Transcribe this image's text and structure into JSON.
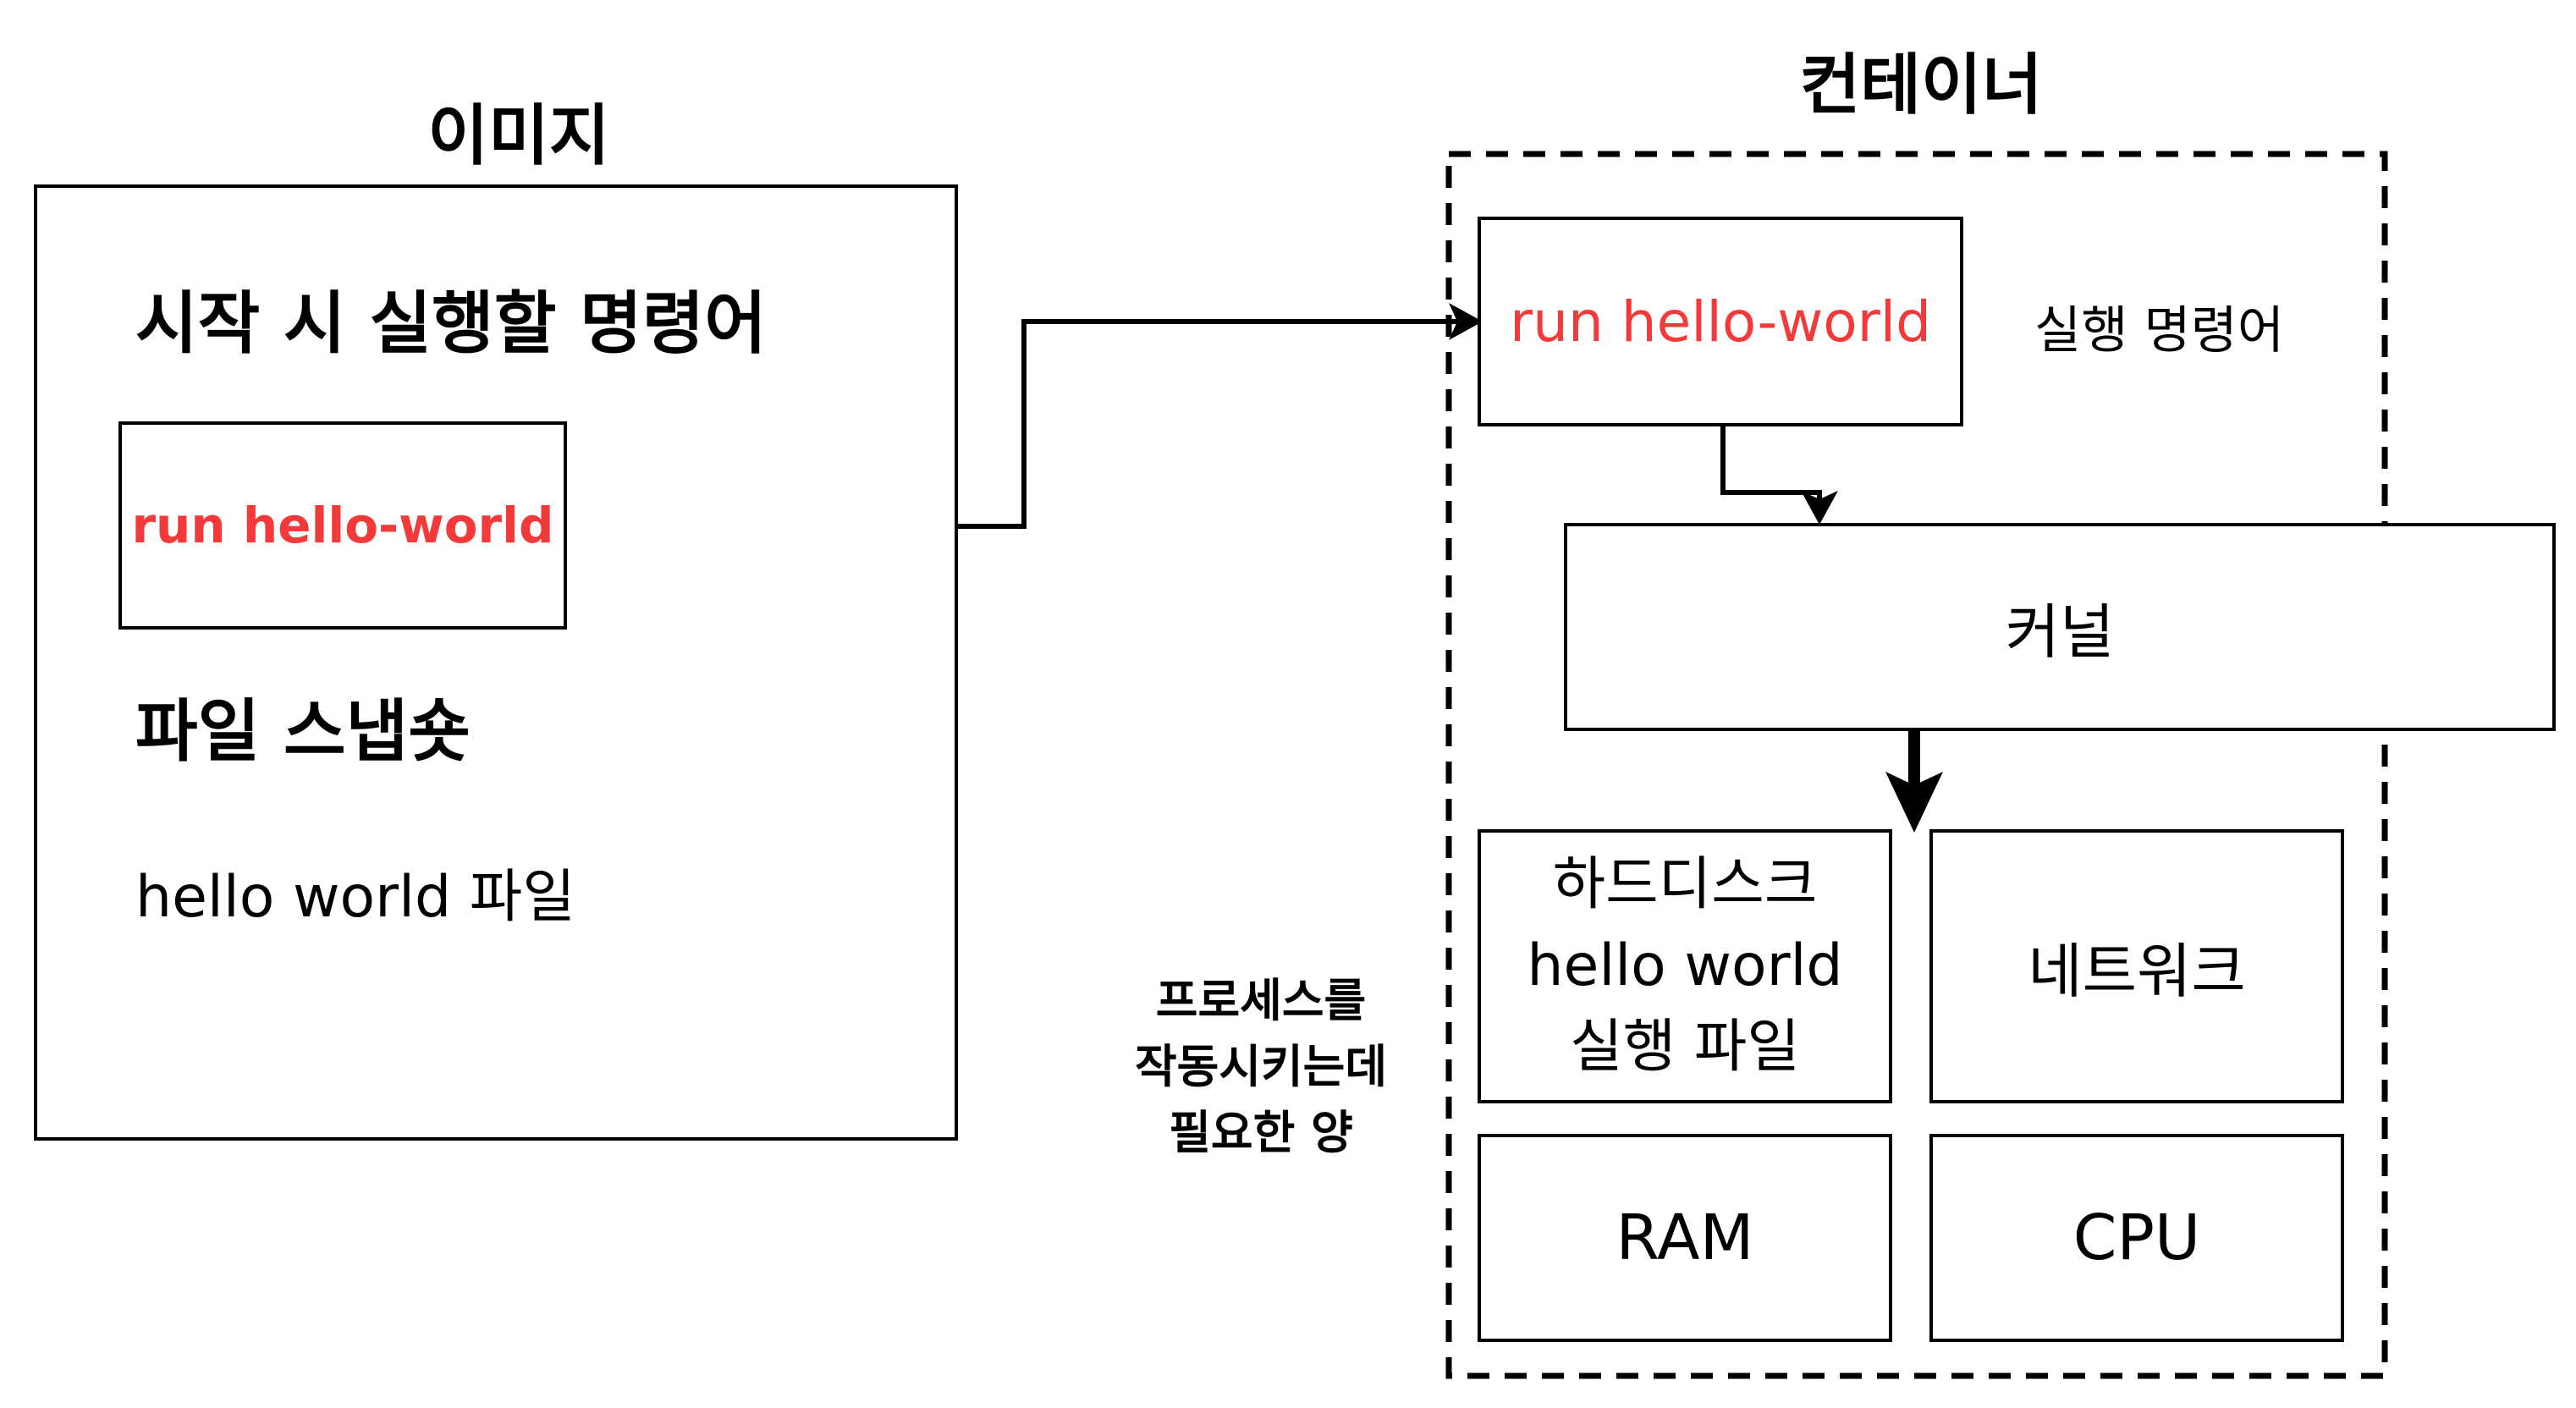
{
  "image_section": {
    "title": "이미지",
    "start_command_heading": "시작 시 실행할 명령어",
    "command": "run hello-world",
    "snapshot_heading": "파일 스냅숏",
    "snapshot_file": "hello world 파일"
  },
  "container_section": {
    "title": "컨테이너",
    "command": "run hello-world",
    "command_caption": "실행 명령어",
    "kernel": "커널",
    "resources": {
      "harddisk_line1": "하드디스크",
      "harddisk_line2": "hello world",
      "harddisk_line3": "실행 파일",
      "network": "네트워크",
      "ram": "RAM",
      "cpu": "CPU"
    }
  },
  "side_note": {
    "line1": "프로세스를",
    "line2": "작동시키는데",
    "line3": "필요한 양"
  },
  "colors": {
    "command_text": "#f23a3a",
    "stroke": "#000000"
  }
}
